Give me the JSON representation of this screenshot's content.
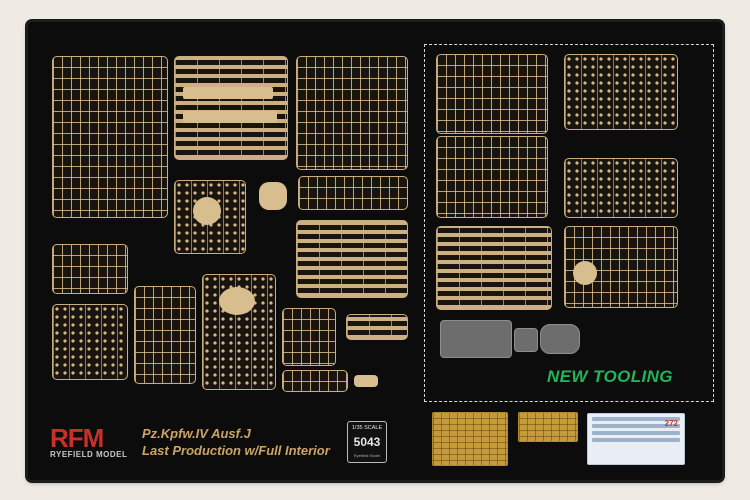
{
  "brand": {
    "logo_text": "RFM",
    "maker_text": "RYEFIELD MODEL"
  },
  "product": {
    "title_line1": "Pz.Kpfw.IV Ausf.J",
    "title_line2": "Last Production w/Full Interior"
  },
  "badge": {
    "scale": "1/35 SCALE",
    "number": "5043",
    "footer": "Ryefield Model"
  },
  "tooling": {
    "label": "NEW TOOLING"
  },
  "decal": {
    "number": "272"
  },
  "colors": {
    "plastic": "#d8bd8e",
    "accent_green": "#22b45a",
    "brand_red": "#c9302c",
    "photo_etch": "#c49a3a"
  }
}
